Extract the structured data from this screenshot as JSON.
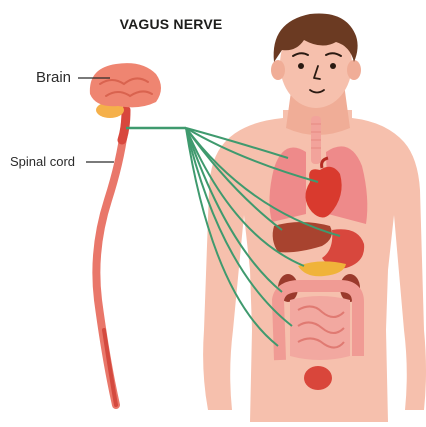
{
  "title": "VAGUS NERVE",
  "labels": {
    "brain": "Brain",
    "spinal_cord": "Spinal cord"
  },
  "colors": {
    "skin": "#f6c0ad",
    "hair": "#6b3a22",
    "brain": "#ef8571",
    "cerebellum": "#f5b04a",
    "spinal_cord": "#e9776a",
    "nerve": "#3f9a6e",
    "lungs": "#ee8a8a",
    "heart": "#d93a2e",
    "liver": "#a8432f",
    "stomach": "#d8473d",
    "pancreas": "#f0b33a",
    "kidney": "#9a3a2c",
    "intestines": "#f09b94",
    "bladder": "#d9463b"
  }
}
